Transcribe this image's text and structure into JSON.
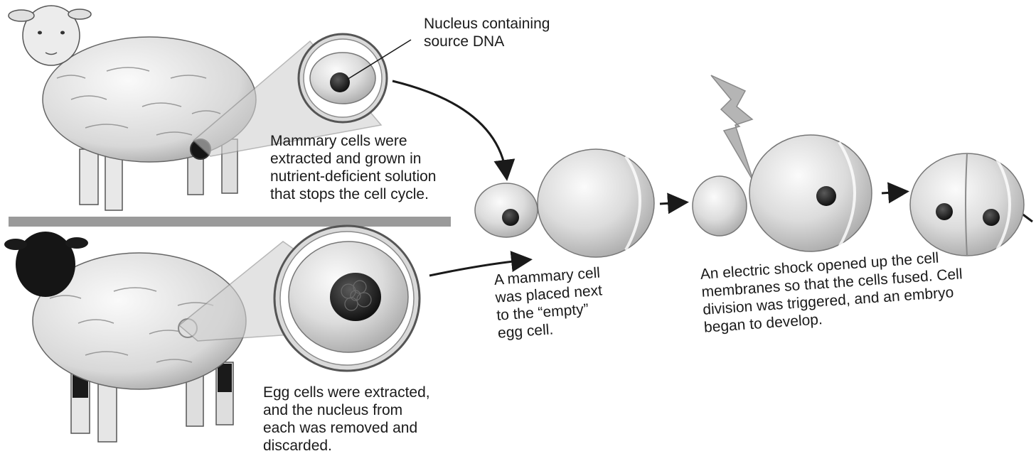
{
  "labels": {
    "nucleus": [
      "Nucleus containing",
      "source DNA"
    ],
    "mammary": [
      "Mammary cells were",
      "extracted and grown in",
      "nutrient-deficient solution",
      "that stops the cell cycle."
    ],
    "egg": [
      "Egg cells were extracted,",
      "and the nucleus from",
      "each was removed and",
      "discarded."
    ],
    "placed": [
      "A mammary cell",
      "was placed next",
      "to the “empty”",
      "egg cell."
    ],
    "shock": [
      "An electric shock opened up the cell",
      "membranes so that the cells fused. Cell",
      "division was triggered, and an embryo",
      "began to develop."
    ]
  },
  "colors": {
    "ink": "#1a1a1a",
    "cell_fill": "#e4e4e4",
    "nucleus": "#2a2a2a",
    "divider": "#9a9a9a",
    "bolt": "#b5b5b5",
    "black_face": "#151515"
  },
  "icons": {
    "white_sheep": "white-faced-sheep",
    "black_sheep": "black-faced-sheep",
    "lightning": "lightning-bolt"
  }
}
